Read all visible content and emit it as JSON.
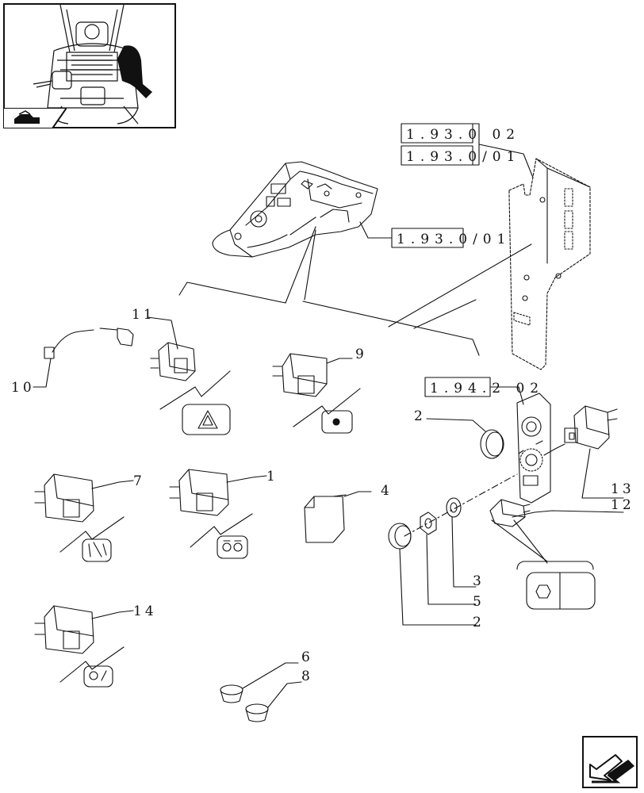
{
  "references": {
    "ref_a": "1.93.0 02",
    "ref_b": "1.93.0/01",
    "ref_c": "1.93.0/01",
    "ref_d": "1.94.2 02"
  },
  "callouts": {
    "c11": "11",
    "c10": "10",
    "c9": "9",
    "c7": "7",
    "c1": "1",
    "c4": "4",
    "c14": "14",
    "c6": "6",
    "c8": "8",
    "c2a": "2",
    "c13": "13",
    "c12": "12",
    "c3": "3",
    "c5": "5",
    "c2b": "2"
  },
  "icons": {
    "thumbnail": "tractor-cab-thumbnail",
    "section_tab": "tractor-section-icon",
    "nav": "next-page-arrow-icon"
  },
  "colors": {
    "line": "#111111",
    "background": "#ffffff",
    "highlight": "#111111"
  }
}
